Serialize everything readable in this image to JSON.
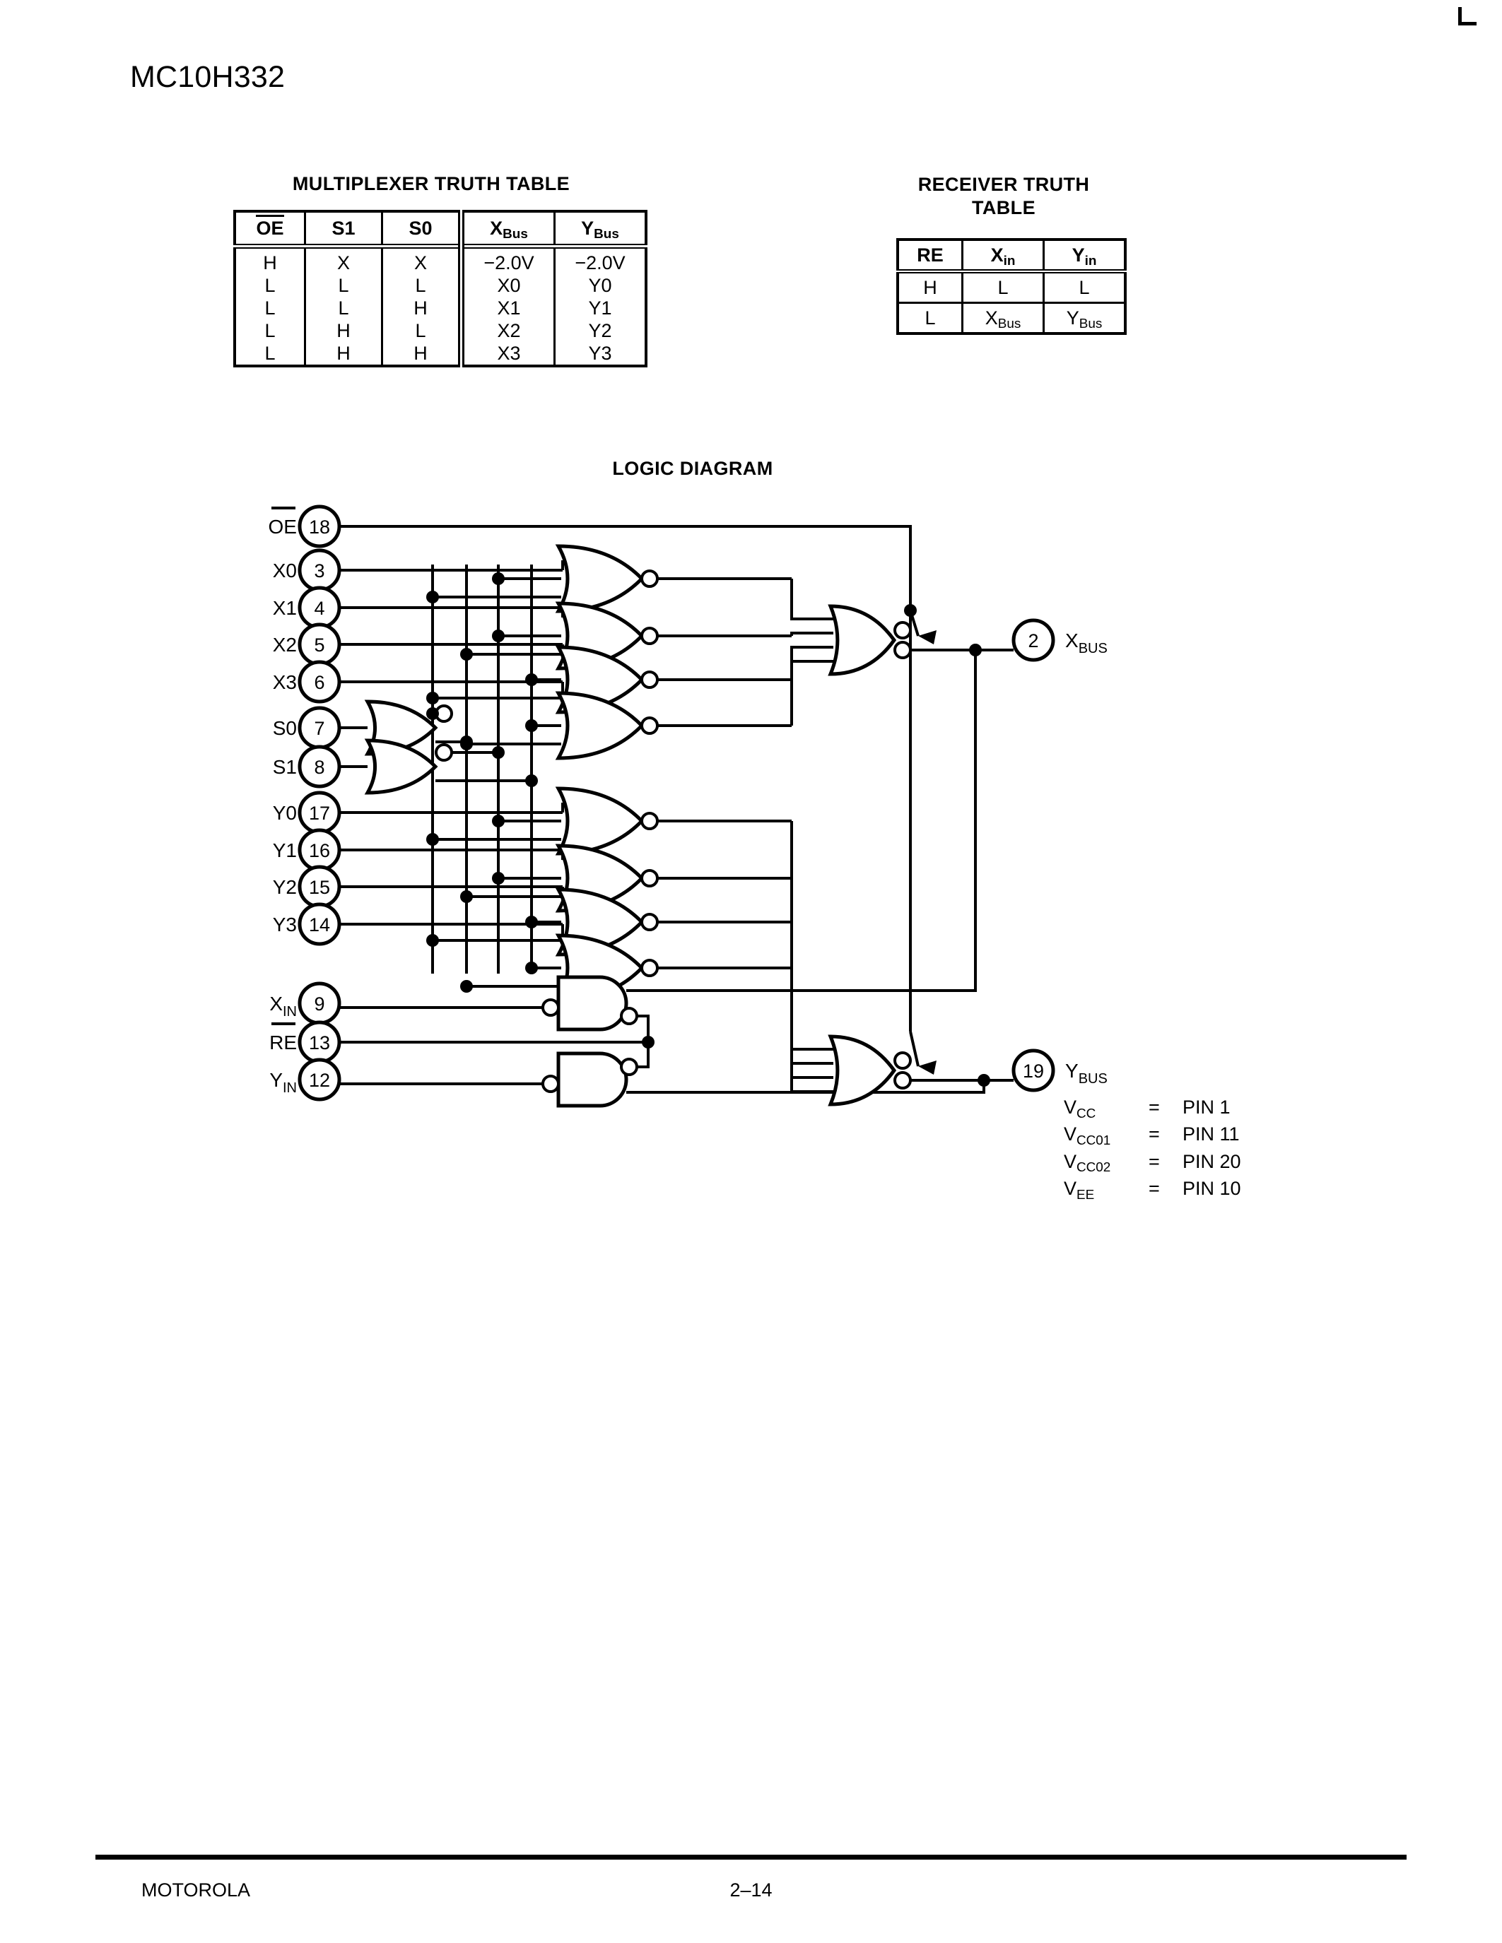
{
  "part_title": "MC10H332",
  "mux_table": {
    "caption": "MULTIPLEXER TRUTH TABLE",
    "headers": [
      "OE",
      "S1",
      "S0",
      "XBus",
      "YBus"
    ],
    "header_parts": [
      {
        "base": "OE",
        "sub": "",
        "overbar": true
      },
      {
        "base": "S1",
        "sub": "",
        "overbar": false
      },
      {
        "base": "S0",
        "sub": "",
        "overbar": false
      },
      {
        "base": "X",
        "sub": "Bus",
        "overbar": false
      },
      {
        "base": "Y",
        "sub": "Bus",
        "overbar": false
      }
    ],
    "rows": [
      [
        "H",
        "X",
        "X",
        "−2.0V",
        "−2.0V"
      ],
      [
        "L",
        "L",
        "L",
        "X0",
        "Y0"
      ],
      [
        "L",
        "L",
        "H",
        "X1",
        "Y1"
      ],
      [
        "L",
        "H",
        "L",
        "X2",
        "Y2"
      ],
      [
        "L",
        "H",
        "H",
        "X3",
        "Y3"
      ]
    ]
  },
  "receiver_table": {
    "caption_line1": "RECEIVER TRUTH",
    "caption_line2": "TABLE",
    "header_parts": [
      {
        "base": "RE",
        "sub": "",
        "overbar": false
      },
      {
        "base": "X",
        "sub": "in",
        "overbar": false
      },
      {
        "base": "Y",
        "sub": "in",
        "overbar": false
      }
    ],
    "rows": [
      [
        {
          "base": "H",
          "sub": ""
        },
        {
          "base": "L",
          "sub": ""
        },
        {
          "base": "L",
          "sub": ""
        }
      ],
      [
        {
          "base": "L",
          "sub": ""
        },
        {
          "base": "X",
          "sub": "Bus"
        },
        {
          "base": "Y",
          "sub": "Bus"
        }
      ]
    ]
  },
  "logic_diagram": {
    "caption": "LOGIC DIAGRAM",
    "inputs": [
      {
        "label": "OE",
        "sub": "",
        "overbar": true,
        "pin": "18"
      },
      {
        "label": "X0",
        "sub": "",
        "overbar": false,
        "pin": "3"
      },
      {
        "label": "X1",
        "sub": "",
        "overbar": false,
        "pin": "4"
      },
      {
        "label": "X2",
        "sub": "",
        "overbar": false,
        "pin": "5"
      },
      {
        "label": "X3",
        "sub": "",
        "overbar": false,
        "pin": "6"
      },
      {
        "label": "S0",
        "sub": "",
        "overbar": false,
        "pin": "7"
      },
      {
        "label": "S1",
        "sub": "",
        "overbar": false,
        "pin": "8"
      },
      {
        "label": "Y0",
        "sub": "",
        "overbar": false,
        "pin": "17"
      },
      {
        "label": "Y1",
        "sub": "",
        "overbar": false,
        "pin": "16"
      },
      {
        "label": "Y2",
        "sub": "",
        "overbar": false,
        "pin": "15"
      },
      {
        "label": "Y3",
        "sub": "",
        "overbar": false,
        "pin": "14"
      },
      {
        "label": "X",
        "sub": "IN",
        "overbar": false,
        "pin": "9"
      },
      {
        "label": "RE",
        "sub": "",
        "overbar": true,
        "pin": "13"
      },
      {
        "label": "Y",
        "sub": "IN",
        "overbar": false,
        "pin": "12"
      }
    ],
    "outputs": [
      {
        "label": "X",
        "sub": "BUS",
        "pin": "2"
      },
      {
        "label": "Y",
        "sub": "BUS",
        "pin": "19"
      }
    ]
  },
  "power_pins": [
    {
      "name": "V",
      "sub": "CC",
      "eq": "=",
      "pin": "PIN 1"
    },
    {
      "name": "V",
      "sub": "CC01",
      "eq": "=",
      "pin": "PIN 11"
    },
    {
      "name": "V",
      "sub": "CC02",
      "eq": "=",
      "pin": "PIN 20"
    },
    {
      "name": "V",
      "sub": "EE",
      "eq": "=",
      "pin": "PIN 10"
    }
  ],
  "footer": {
    "left": "MOTOROLA",
    "center": "2–14"
  },
  "colors": {
    "ink": "#000000",
    "paper": "#ffffff"
  }
}
